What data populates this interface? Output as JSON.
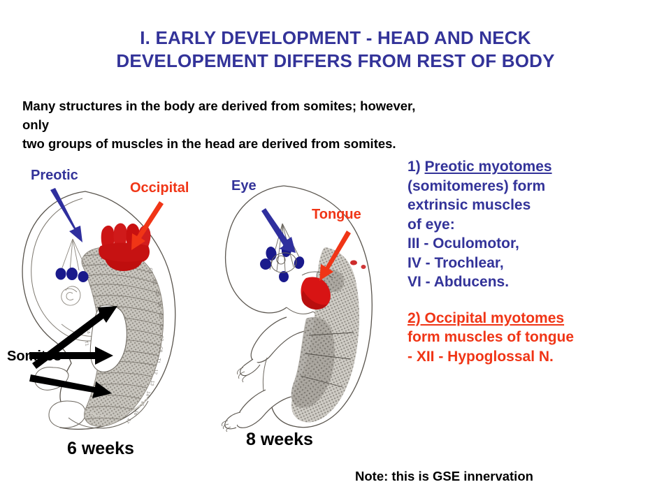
{
  "slide": {
    "background_color": "#ffffff",
    "title": {
      "color": "#333399",
      "line1": "I. EARLY DEVELOPMENT - HEAD AND NECK",
      "line2": "DEVELOPEMENT DIFFERS FROM REST OF BODY"
    },
    "intro": {
      "color": "#000000",
      "line1": "Many structures in the body are derived from somites;  however, only",
      "line2": "two groups of muscles in the head are derived from somites."
    },
    "notes": {
      "group1": {
        "color": "#333399",
        "heading_number": "1) ",
        "heading_underlined": "Preotic myotomes",
        "line2": "(somitomeres) form",
        "line3": "extrinsic muscles",
        "line4": "of eye:",
        "line5": "III -  Oculomotor,",
        "line6": "IV - Trochlear,",
        "line7": "VI - Abducens."
      },
      "group2": {
        "color": "#f03516",
        "heading_underlined": "2) Occipital myotomes",
        "line2": "form muscles of tongue",
        "line3": "- XII - Hypoglossal N."
      }
    },
    "footnote": {
      "text": "Note: this is GSE innervation",
      "color": "#000000"
    },
    "figures": {
      "six_weeks": {
        "caption": "6 weeks",
        "labels": {
          "preotic": "Preotic",
          "occipital": "Occipital",
          "somites": "Somites"
        },
        "label_colors": {
          "preotic": "#333399",
          "occipital": "#f03516",
          "somites": "#000000"
        },
        "somite_column_labels": [
          "C1",
          "C2",
          "C3",
          "C4",
          "C5",
          "C6",
          "C7",
          "C8",
          "T1",
          "12",
          "13",
          "14",
          "15",
          "16",
          "17"
        ],
        "preotic_myotome_count": 3,
        "preotic_dot_color": "#1a1a8c",
        "occipital_myotome_color": "#cc1414",
        "somite_column_color": "#9b9890",
        "outline_color": "#5a554e",
        "pointer_arrows": 3
      },
      "eight_weeks": {
        "caption": "8 weeks",
        "labels": {
          "eye": "Eye",
          "tongue": "Tongue"
        },
        "label_colors": {
          "eye": "#333399",
          "tongue": "#f03516"
        },
        "eye_muscle_dot_color": "#1a1a8c",
        "tongue_color": "#d81414",
        "muscle_mass_color": "#9b9890",
        "outline_color": "#5a554e"
      }
    }
  }
}
